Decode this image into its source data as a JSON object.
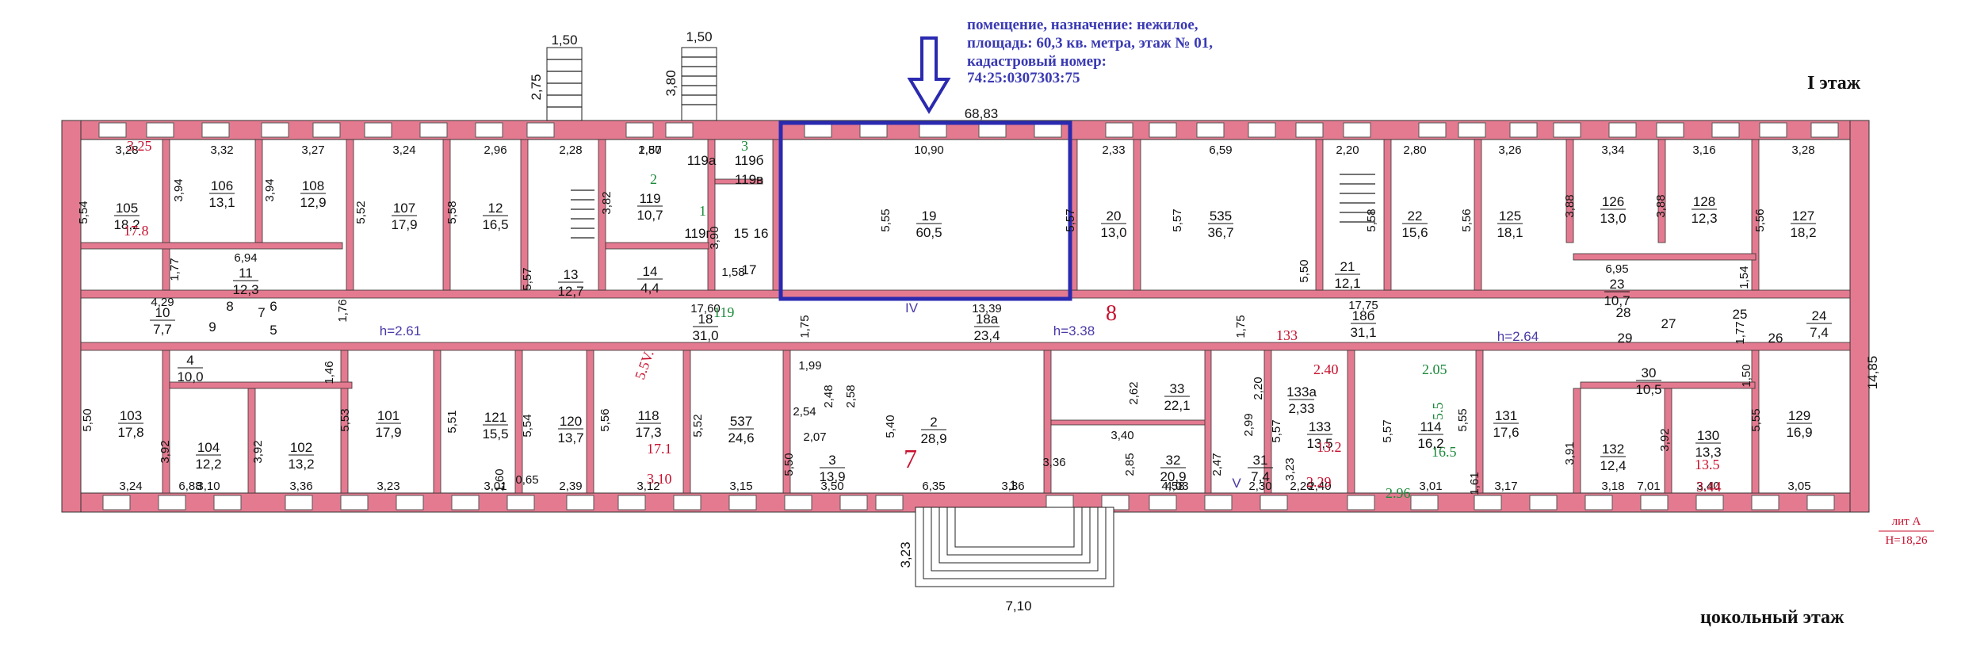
{
  "annotation": {
    "line1": "помещение, назначение: нежилое,",
    "line2": "площадь: 60,3 кв. метра, этаж № 01,",
    "line3": "кадастровый номер:",
    "line4": "74:25:0307303:75"
  },
  "floor_title": "I этаж",
  "basement_title": "цокольный этаж",
  "lit": "лит А",
  "height_total": "H=18,26",
  "dims": {
    "total_length": "68,83",
    "width": "14,85",
    "stair1_w": "1,50",
    "stair1_d": "2,75",
    "stair2_w": "1,50",
    "stair2_d": "3,80",
    "porch_w": "7,10",
    "porch_d": "3,23"
  },
  "corridor_heights": [
    "h=2.61",
    "h=3.38",
    "h=2.64"
  ],
  "corridor_marks": [
    "IV",
    "V"
  ],
  "rooms_top": [
    {
      "num": "105",
      "area": "18,2",
      "w": "3,28",
      "h": "5,54"
    },
    {
      "num": "106",
      "area": "13,1",
      "w": "3,32",
      "h": "3,94"
    },
    {
      "num": "108",
      "area": "12,9",
      "w": "3,27",
      "h": "3,94"
    },
    {
      "num": "107",
      "area": "17,9",
      "w": "3,24",
      "h": "5,52"
    },
    {
      "num": "12",
      "area": "16,5",
      "w": "2,96",
      "h": "5,58"
    },
    {
      "num": "13",
      "area": "12,7",
      "w": "2,28",
      "h": "5,57"
    },
    {
      "num": "119",
      "area": "10,7",
      "w": "2,80",
      "h": "3,82"
    },
    {
      "num": "14",
      "area": "4,4",
      "w": "1,57"
    },
    {
      "num": "119а",
      "area": ""
    },
    {
      "num": "119б",
      "area": ""
    },
    {
      "num": "119в",
      "area": ""
    },
    {
      "num": "119г",
      "area": ""
    },
    {
      "num": "15",
      "area": ""
    },
    {
      "num": "16",
      "area": ""
    },
    {
      "num": "17",
      "area": ""
    },
    {
      "num": "19",
      "area": "60,5",
      "w": "10,90",
      "h": "5,55"
    },
    {
      "num": "20",
      "area": "13,0",
      "w": "2,33",
      "h": "5,57"
    },
    {
      "num": "535",
      "area": "36,7",
      "w": "6,59",
      "h": "5,57"
    },
    {
      "num": "21",
      "area": "12,1",
      "w": "2,20",
      "h": "5,50"
    },
    {
      "num": "22",
      "area": "15,6",
      "w": "2,80",
      "h": "5,58"
    },
    {
      "num": "125",
      "area": "18,1",
      "w": "3,26",
      "h": "5,56"
    },
    {
      "num": "126",
      "area": "13,0",
      "w": "3,34",
      "h": "3,88"
    },
    {
      "num": "128",
      "area": "12,3",
      "w": "3,16",
      "h": "3,88"
    },
    {
      "num": "127",
      "area": "18,2",
      "w": "3,28",
      "h": "5,56"
    },
    {
      "num": "11",
      "area": "12,3",
      "w": "6,94"
    },
    {
      "num": "23",
      "area": "10,7",
      "w": "6,95"
    }
  ],
  "rooms_corridor": [
    {
      "num": "10",
      "area": "7,7",
      "w": "4,29"
    },
    {
      "num": "8",
      "area": ""
    },
    {
      "num": "9",
      "area": ""
    },
    {
      "num": "7",
      "area": ""
    },
    {
      "num": "6",
      "area": ""
    },
    {
      "num": "5",
      "area": ""
    },
    {
      "num": "18",
      "area": "31,0",
      "w": "17,60"
    },
    {
      "num": "18а",
      "area": "23,4",
      "w": "13,39"
    },
    {
      "num": "18б",
      "area": "31,1",
      "w": "17,75"
    },
    {
      "num": "28",
      "area": ""
    },
    {
      "num": "29",
      "area": ""
    },
    {
      "num": "27",
      "area": ""
    },
    {
      "num": "25",
      "area": ""
    },
    {
      "num": "26",
      "area": ""
    },
    {
      "num": "24",
      "area": "7,4"
    }
  ],
  "rooms_bottom": [
    {
      "num": "103",
      "area": "17,8",
      "w": "3,24",
      "h": "5,50"
    },
    {
      "num": "4",
      "area": "10,0",
      "w": "6,88"
    },
    {
      "num": "104",
      "area": "12,2",
      "w": "3,10",
      "h": "3,92"
    },
    {
      "num": "102",
      "area": "13,2",
      "w": "3,36",
      "h": "3,92"
    },
    {
      "num": "101",
      "area": "17,9",
      "w": "3,23",
      "h": "5,53"
    },
    {
      "num": "121",
      "area": "15,5",
      "w": "3,01",
      "h": "5,51"
    },
    {
      "num": "120",
      "area": "13,7",
      "w": "2,39",
      "h": "5,54"
    },
    {
      "num": "118",
      "area": "17,3",
      "w": "3,12",
      "h": "5,56"
    },
    {
      "num": "537",
      "area": "24,6",
      "w": "3,15",
      "h": "5,52"
    },
    {
      "num": "3",
      "area": "13,9",
      "w": "3,50",
      "h": "5,50"
    },
    {
      "num": "2",
      "area": "28,9",
      "w": "6,35",
      "h": "5,40"
    },
    {
      "num": "1",
      "area": "",
      "w": "3,36"
    },
    {
      "num": "33",
      "area": "22,1",
      "w": "4,03",
      "h": "2,62"
    },
    {
      "num": "32",
      "area": "20,9",
      "w": "4,58",
      "h": "2,85"
    },
    {
      "num": "31",
      "area": "7,4",
      "w": "2,30",
      "h": "2,47"
    },
    {
      "num": "133а",
      "area": "2,33",
      "w": "2,20"
    },
    {
      "num": "133",
      "area": "13,5",
      "w": "2,40",
      "h": "5,57"
    },
    {
      "num": "114",
      "area": "16,2",
      "w": "3,01",
      "h": "5,57"
    },
    {
      "num": "131",
      "area": "17,6",
      "w": "3,17",
      "h": "5,55"
    },
    {
      "num": "30",
      "area": "10,5",
      "w": "7,01"
    },
    {
      "num": "132",
      "area": "12,4",
      "w": "3,18",
      "h": "3,91"
    },
    {
      "num": "130",
      "area": "13,3",
      "w": "3,40",
      "h": "3,92"
    },
    {
      "num": "129",
      "area": "16,9",
      "w": "3,05",
      "h": "5,55"
    }
  ],
  "misc_dims": [
    "1,77",
    "1,76",
    "1,46",
    "0,65",
    "1,60",
    "1,99",
    "2,48",
    "2,58",
    "2,54",
    "2,07",
    "1,58",
    "3,90",
    "1,75",
    "1,75",
    "2,99",
    "3,23",
    "1,61",
    "1,54",
    "1,77",
    "1,50",
    "3,40",
    "3,36",
    "2,20"
  ],
  "handwritten": {
    "r105_top": "3.25",
    "r105_area": "17.8",
    "r118_side": "5.5V.",
    "r118_area": "17.1",
    "r118_w": "3.10",
    "r133_top": "2.40",
    "r133_area": "13.2",
    "r133_w": "2.29",
    "r114_top": "2.05",
    "r114_side": "5.5",
    "r114_area": "16.5",
    "r114_w": "2.96",
    "r130_area": "13.5",
    "r130_w": "3.44",
    "corr_133": "133",
    "r119_num": "2",
    "r119_side": "3",
    "r119g_num": "1",
    "corr_119": "119",
    "r2_mark": "7",
    "r20_mark": "8"
  }
}
